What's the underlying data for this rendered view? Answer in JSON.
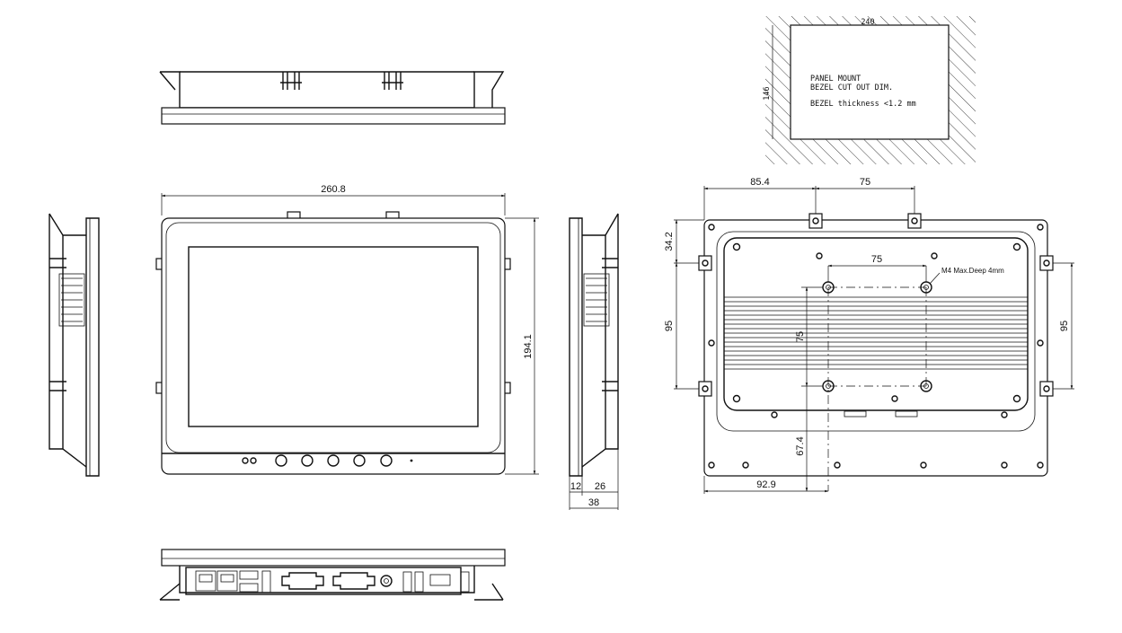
{
  "cutout": {
    "width_label": "240",
    "height_label": "146",
    "note_line1": "PANEL MOUNT",
    "note_line2": "BEZEL CUT OUT DIM.",
    "note_line3": "BEZEL thickness <1.2 mm"
  },
  "front": {
    "width_label": "260.8",
    "height_label": "194.1"
  },
  "side": {
    "depth_bezel_label": "12",
    "depth_body_label": "26",
    "depth_total_label": "38"
  },
  "rear": {
    "top_left_label": "85.4",
    "top_right_label": "75",
    "bracket_offset_label": "34.2",
    "left_span_label": "95",
    "right_span_label": "95",
    "vesa_h_label": "75",
    "vesa_v_label": "75",
    "bottom_offset_label": "67.4",
    "bottom_width_label": "92.9",
    "hole_note": "M4 Max.Deep 4mm"
  }
}
